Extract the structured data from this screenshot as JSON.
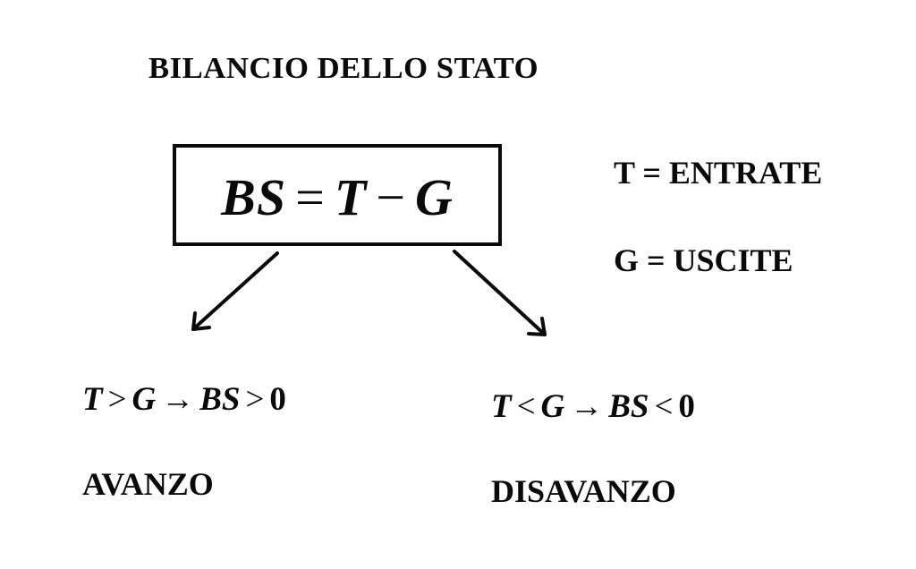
{
  "title": "BILANCIO DELLO STATO",
  "formula": {
    "lhs": "BS",
    "eq": "=",
    "t": "T",
    "minus": "−",
    "g": "G"
  },
  "legend": {
    "t": "T = ENTRATE",
    "g": "G = USCITE"
  },
  "branches": {
    "left": {
      "condition": {
        "a": "T",
        "op1": ">",
        "b": "G",
        "arrow": "→",
        "c": "BS",
        "op2": ">",
        "d": "0"
      },
      "result": "AVANZO"
    },
    "right": {
      "condition": {
        "a": "T",
        "op1": "<",
        "b": "G",
        "arrow": "→",
        "c": "BS",
        "op2": "<",
        "d": "0"
      },
      "result": "DISAVANZO"
    }
  },
  "colors": {
    "ink": "#0a0a0a",
    "background": "#ffffff"
  }
}
